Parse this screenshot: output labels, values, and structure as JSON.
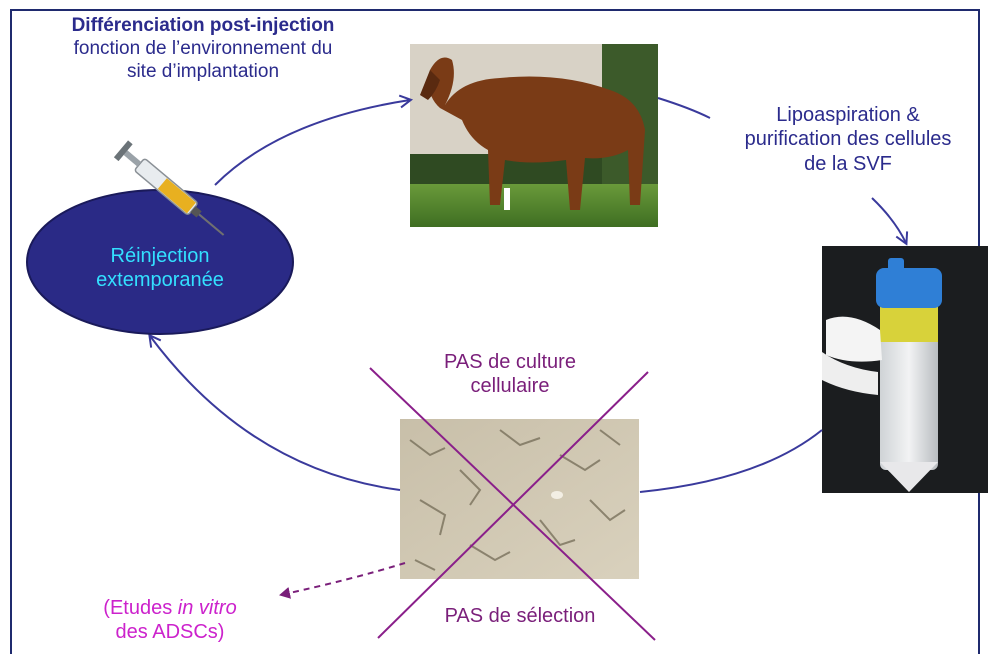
{
  "title_bold": "Différenciation post-injection",
  "title_rest_1": "fonction de l’environnement du",
  "title_rest_2": "site d’implantation",
  "lipo_1": "Lipoaspiration &",
  "lipo_2": "purification des cellules",
  "lipo_3": "de la SVF",
  "reinjection_1": "Réinjection",
  "reinjection_2": "extemporanée",
  "no_culture_1": "PAS de culture",
  "no_culture_2": "cellulaire",
  "no_selection": "PAS de sélection",
  "invitro_pre": "(Etudes ",
  "invitro_italic": "in vitro",
  "invitro_2": "des ADSCs)",
  "colors": {
    "arrow": "#3a3a9c",
    "ellipse_fill": "#2a2a86",
    "cross": "#8a1f8a",
    "dashed_arrow": "#7a1f7a"
  }
}
